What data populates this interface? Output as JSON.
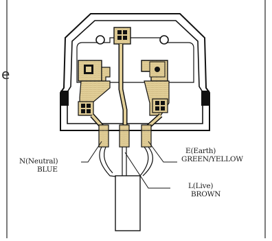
{
  "labels": {
    "neutral": {
      "name": "N(Neutral)",
      "color": "BLUE"
    },
    "earth": {
      "name": "E(Earth)",
      "color": "GREEN/YELLOW"
    },
    "live": {
      "name": "L(Live)",
      "color": "BROWN"
    }
  },
  "edge_text": "e",
  "colors": {
    "terminal_fill": "#e2cf98",
    "terminal_dark": "#111111",
    "line": "#111111",
    "background": "#ffffff"
  }
}
